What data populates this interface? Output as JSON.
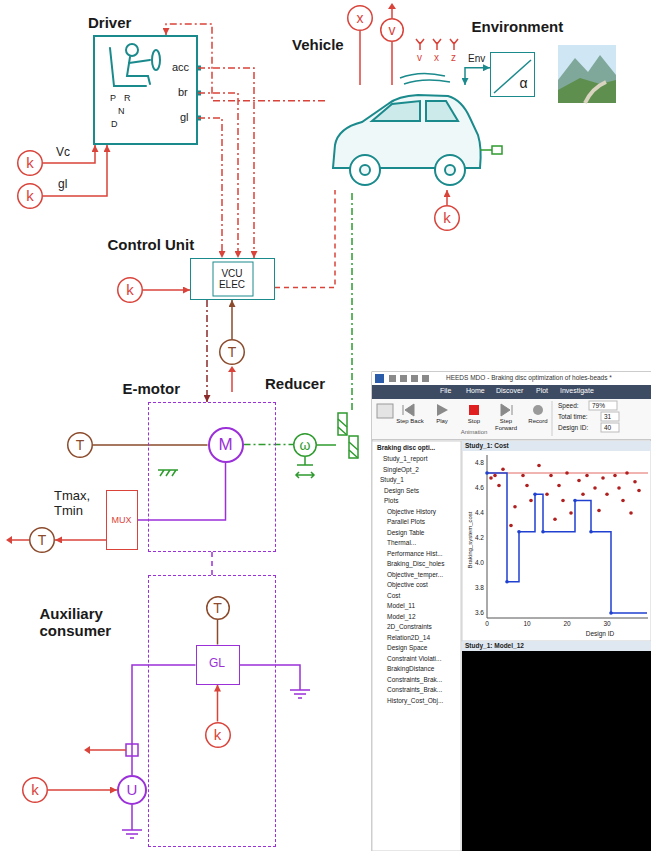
{
  "diagram": {
    "nodes": [
      {
        "text": [
          "Driver"
        ]
      },
      {
        "text": [
          "k"
        ]
      },
      {
        "text": [
          "k"
        ]
      },
      {
        "text": [
          "Vehicle"
        ]
      },
      {
        "text": [
          "x"
        ]
      },
      {
        "text": [
          "v"
        ]
      },
      {
        "text": [
          "Environment",
          "α"
        ]
      },
      {
        "text": [
          "k"
        ]
      },
      {
        "text": [
          "Control Unit",
          "VCU ELEC"
        ]
      },
      {
        "text": [
          "k"
        ]
      },
      {
        "text": [
          "T"
        ]
      },
      {
        "text": [
          "E-motor"
        ]
      },
      {
        "text": [
          "M"
        ],
        "in": 11
      },
      {
        "text": [
          "MUX"
        ]
      },
      {
        "text": [
          "T"
        ]
      },
      {
        "text": [
          "T"
        ]
      },
      {
        "text": [
          "ω"
        ]
      },
      {
        "text": [
          "Reducer"
        ]
      },
      {
        "text": [
          "Auxiliary consumer"
        ]
      },
      {
        "text": [
          "GL"
        ],
        "in": 18
      },
      {
        "text": [
          "T"
        ],
        "in": 18
      },
      {
        "text": [
          "k"
        ],
        "in": 18
      },
      {
        "text": [
          "U"
        ]
      },
      {
        "text": [
          "k"
        ]
      }
    ],
    "edges": [
      {
        "from": 1,
        "to": 0,
        "arrow": "to"
      },
      {
        "from": 2,
        "to": 0,
        "arrow": "to"
      },
      {
        "from": 0,
        "to": 8,
        "arrow": "to"
      },
      {
        "from": 0,
        "to": 8,
        "arrow": "to"
      },
      {
        "from": 0,
        "to": 8,
        "arrow": "to"
      },
      {
        "from": 9,
        "to": 8,
        "arrow": "to"
      },
      {
        "from": 10,
        "to": 8,
        "arrow": "to"
      },
      {
        "from": 8,
        "to": 11,
        "arrow": "to"
      },
      {
        "from": 8,
        "to": 3,
        "arrow": "none"
      },
      {
        "from": 3,
        "to": 0,
        "arrow": "to"
      },
      {
        "from": 6,
        "to": 3,
        "arrow": "both"
      },
      {
        "from": 7,
        "to": 3,
        "arrow": "to"
      },
      {
        "from": 4,
        "to": 3,
        "arrow": "none"
      },
      {
        "from": 5,
        "to": 3,
        "arrow": "none"
      },
      {
        "from": 12,
        "to": 16,
        "arrow": "none"
      },
      {
        "from": 16,
        "to": 17,
        "arrow": "none"
      },
      {
        "from": 17,
        "to": 3,
        "arrow": "none"
      },
      {
        "from": 14,
        "to": 12,
        "arrow": "none"
      },
      {
        "from": 12,
        "to": 13,
        "arrow": "none"
      },
      {
        "from": 13,
        "to": 15,
        "arrow": "to"
      },
      {
        "from": 18,
        "to": 11,
        "arrow": "none"
      },
      {
        "from": 20,
        "to": 19,
        "arrow": "none"
      },
      {
        "from": 21,
        "to": 19,
        "arrow": "to"
      },
      {
        "from": 22,
        "to": 19,
        "arrow": "none"
      },
      {
        "from": 23,
        "to": 22,
        "arrow": "to"
      }
    ],
    "labels": [
      "Vc",
      "gl",
      "acc",
      "br",
      "gl",
      "P",
      "R",
      "N",
      "D",
      "v",
      "x",
      "z",
      "Env",
      "Tmax, Tmin",
      "HEEDS MDO - Braking disc optimization of holes-beads *",
      "File",
      "Home",
      "Discover",
      "Plot",
      "Investigate",
      "Step Back",
      "Play",
      "Stop",
      "Step Forward",
      "Record",
      "Speed:",
      "79%",
      "Total time:",
      "31",
      "Design ID:",
      "40",
      "Animation",
      "Study_1: Cost",
      "4.8",
      "4.6",
      "4.4",
      "4.2",
      "4.0",
      "3.8",
      "3.6",
      "0",
      "10",
      "20",
      "30",
      "Design ID",
      "Braking_system_cost",
      "Study_1: Model_12",
      "Braking disc opti...",
      "Study_1_report",
      "SingleOpt_2",
      "Study_1",
      "Design Sets",
      "Plots",
      "Objective History",
      "Parallel Plots",
      "Design Table",
      "Thermal...",
      "Performance Hist...",
      "Braking_Disc_holes",
      "Objective_temper...",
      "Objective cost",
      "Cost",
      "Model_11",
      "Model_12",
      "2D_Constraints",
      "Relation2D_14",
      "Design Space",
      "Constraint Violati...",
      "BrakingDistance",
      "Constraints_Brak...",
      "Constraints_Brak...",
      "History_Cost_Obj..."
    ]
  }
}
